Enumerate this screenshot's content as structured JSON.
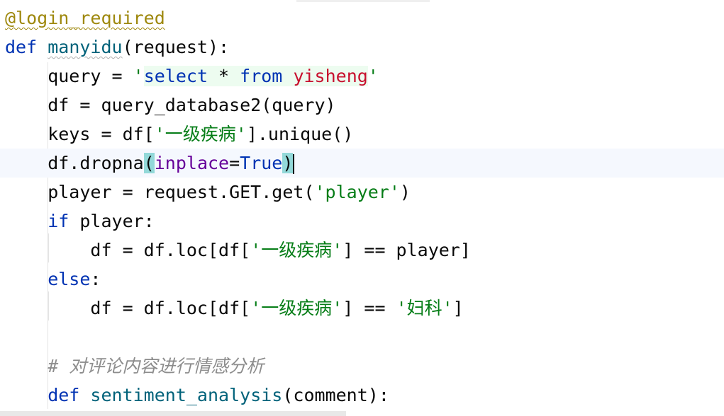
{
  "editor": {
    "lines": {
      "l1": {
        "decorator": "@login_required"
      },
      "l2": {
        "def": "def",
        "fname": "manyidu",
        "rest": "(request):"
      },
      "l3": {
        "a": "    query = ",
        "q1": "'",
        "s1": "select",
        "s2": " * ",
        "s3": "from",
        "s4": " ",
        "s5": "yisheng",
        "q2": "'"
      },
      "l4": {
        "a": "    df = query_database2(query)"
      },
      "l5": {
        "a": "    keys = df[",
        "s": "'一级疾病'",
        "b": "].unique()"
      },
      "l6": {
        "a": "    df.dropna",
        "p1": "(",
        "param": "inplace",
        "eq": "=",
        "val": "True",
        "p2": ")"
      },
      "l7": {
        "a": "    player = request.GET.get(",
        "s": "'player'",
        "b": ")"
      },
      "l8": {
        "kw": "    if",
        "b": " player:"
      },
      "l9": {
        "a": "        df = df.loc[df[",
        "s": "'一级疾病'",
        "b": "] == player]"
      },
      "l10": {
        "kw": "    else",
        "b": ":"
      },
      "l11": {
        "a": "        df = df.loc[df[",
        "s1": "'一级疾病'",
        "b": "] == ",
        "s2": "'妇科'",
        "c": "]"
      },
      "l13": {
        "comment": "    # 对评论内容进行情感分析"
      },
      "l14": {
        "kw": "    def",
        "sp": " ",
        "fname": "sentiment_analysis",
        "b": "(comment):"
      }
    }
  }
}
